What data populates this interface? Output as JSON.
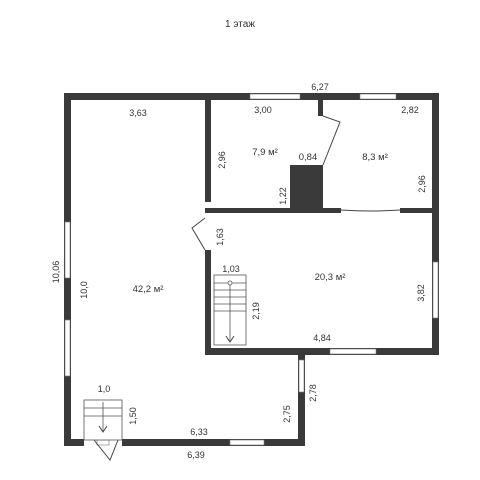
{
  "title": "1 этаж",
  "rooms": [
    {
      "id": "living",
      "area": "42,2 м²"
    },
    {
      "id": "hall",
      "area": "20,3 м²"
    },
    {
      "id": "room_a",
      "area": "7,9 м²"
    },
    {
      "id": "room_b",
      "area": "8,3 м²"
    },
    {
      "id": "closet",
      "area": "0,84"
    }
  ],
  "dimensions": {
    "top_total": "6,27",
    "living_top": "3,63",
    "room_a_top": "3,00",
    "room_b_top": "2,82",
    "room_a_side": "2,96",
    "room_b_side": "2,96",
    "closet_height": "1,22",
    "door_1_63": "1,63",
    "stair_width": "1,03",
    "stair_length": "2,19",
    "hall_right": "3,82",
    "hall_bottom": "4,84",
    "outer_left": "10,06",
    "inner_left": "10,0",
    "porch_stair": "1,0",
    "porch_side": "1,50",
    "bottom_inner": "6,33",
    "bottom_outer": "6,39",
    "annex_inner": "2,75",
    "annex_outer": "2,78"
  }
}
